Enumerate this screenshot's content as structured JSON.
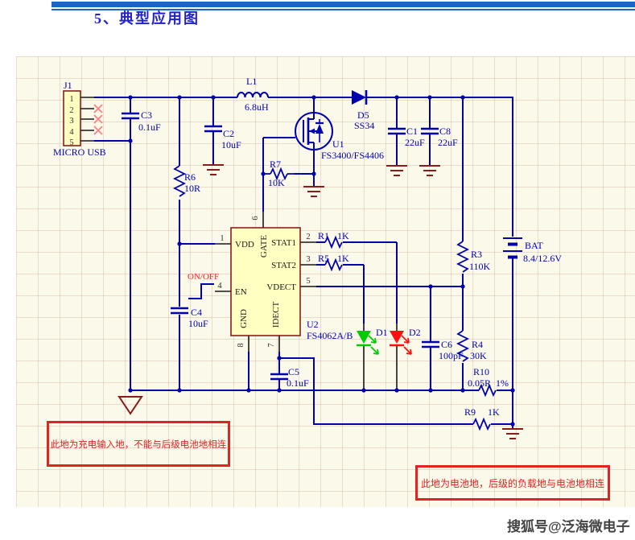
{
  "header": {
    "title": "5、典型应用图"
  },
  "watermark": "搜狐号@泛海微电子",
  "annotations": {
    "input_ground_note": "此地为充电输入地，不能与后级电池地相连",
    "battery_ground_note": "此地为电池地，后级的负载地与电池地相连",
    "onoff_label": "ON/OFF"
  },
  "colors": {
    "wire": "#0000ad",
    "label": "#0000b6",
    "ground": "#8b1a1a",
    "component_fill": "#ffffc2",
    "component_border": "#801010",
    "note_red": "#e32222",
    "led_green": "#00cc00",
    "led_red": "#ff1010",
    "header_bar": "#1668c0",
    "canvas": "#fbf9ea"
  },
  "components": {
    "j1": {
      "ref": "J1",
      "value": "MICRO USB",
      "pins": [
        "1",
        "2",
        "3",
        "4",
        "5"
      ]
    },
    "c3": {
      "ref": "C3",
      "value": "0.1uF"
    },
    "c2": {
      "ref": "C2",
      "value": "10uF"
    },
    "r6": {
      "ref": "R6",
      "value": "10R"
    },
    "c4": {
      "ref": "C4",
      "value": "10uF"
    },
    "l1": {
      "ref": "L1",
      "value": "6.8uH"
    },
    "u1": {
      "ref": "U1",
      "value": "FS3400/FS4406"
    },
    "r7": {
      "ref": "R7",
      "value": "10K"
    },
    "d5": {
      "ref": "D5",
      "value": "SS34"
    },
    "c1": {
      "ref": "C1",
      "value": "22uF"
    },
    "c8": {
      "ref": "C8",
      "value": "22uF"
    },
    "u2": {
      "ref": "U2",
      "value": "FS4062A/B",
      "pins": {
        "vdd": {
          "num": "1",
          "name": "VDD"
        },
        "en": {
          "num": "4",
          "name": "EN"
        },
        "gate": {
          "num": "6",
          "name": "GATE"
        },
        "stat1": {
          "num": "2",
          "name": "STAT1"
        },
        "stat2": {
          "num": "3",
          "name": "STAT2"
        },
        "vdect": {
          "num": "5",
          "name": "VDECT"
        },
        "gnd": {
          "num": "8",
          "name": "GND"
        },
        "idect": {
          "num": "7",
          "name": "IDECT"
        }
      }
    },
    "r1": {
      "ref": "R1",
      "value": "1K"
    },
    "r5": {
      "ref": "R5",
      "value": "1K"
    },
    "r3": {
      "ref": "R3",
      "value": "110K"
    },
    "r4": {
      "ref": "R4",
      "value": "30K"
    },
    "c6": {
      "ref": "C6",
      "value": "100pF"
    },
    "c5": {
      "ref": "C5",
      "value": "0.1uF"
    },
    "r10": {
      "ref": "R10",
      "value": "0.05R",
      "tolerance": "1%"
    },
    "r9": {
      "ref": "R9",
      "value": "1K"
    },
    "d1": {
      "ref": "D1"
    },
    "d2": {
      "ref": "D2"
    },
    "bat": {
      "ref": "BAT",
      "value": "8.4/12.6V"
    }
  }
}
